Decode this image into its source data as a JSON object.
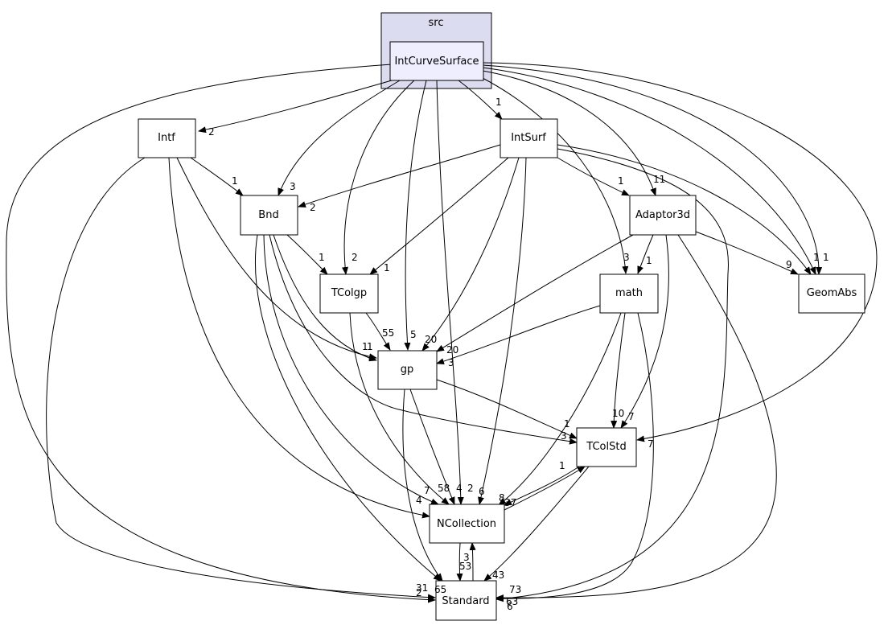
{
  "cluster": {
    "label": "src"
  },
  "nodes": {
    "intcurvesurface": "IntCurveSurface",
    "intf": "Intf",
    "intsurf": "IntSurf",
    "bnd": "Bnd",
    "adaptor3d": "Adaptor3d",
    "tcolgp": "TColgp",
    "math": "math",
    "geomabs": "GeomAbs",
    "gp": "gp",
    "tcolstd": "TColStd",
    "ncollection": "NCollection",
    "standard": "Standard"
  },
  "edge_labels": {
    "ics_intf": "2",
    "ics_intsurf": "1",
    "ics_bnd": "3",
    "ics_adaptor3d": "11",
    "ics_tcolgp": "2",
    "ics_math": "3",
    "ics_geomabs_a": "1",
    "ics_geomabs_b": "1",
    "ics_gp": "5",
    "intf_bnd": "1",
    "intsurf_bnd": "2",
    "intsurf_adaptor3d": "1",
    "intsurf_tcolgp": "1",
    "bnd_tcolgp": "1",
    "adaptor3d_math": "1",
    "adaptor3d_geomabs": "9",
    "tcolgp_gp": "55",
    "intsurf_gp": "20",
    "adaptor3d_gp": "20",
    "math_gp": "3",
    "intf_gp_a": "1",
    "intf_gp_b": "1",
    "gp_tcolstd_a": "1",
    "gp_tcolstd_b": "3",
    "math_tcolstd": "10",
    "adaptor3d_tcolstd": "7",
    "ics_tcolstd": "7",
    "nc_7": "7",
    "nc_58": "58",
    "nc_4a": "4",
    "nc_2": "2",
    "nc_6": "6",
    "nc_4b": "4",
    "nc_8": "8",
    "nc_37": "37",
    "tcolstd_nc_1": "1",
    "nc_std_3": "3",
    "std_53": "53",
    "std_43": "43",
    "std_73": "73",
    "std_65": "65",
    "std_31": "31",
    "std_2": "2",
    "std_63": "63",
    "std_6": "6"
  }
}
